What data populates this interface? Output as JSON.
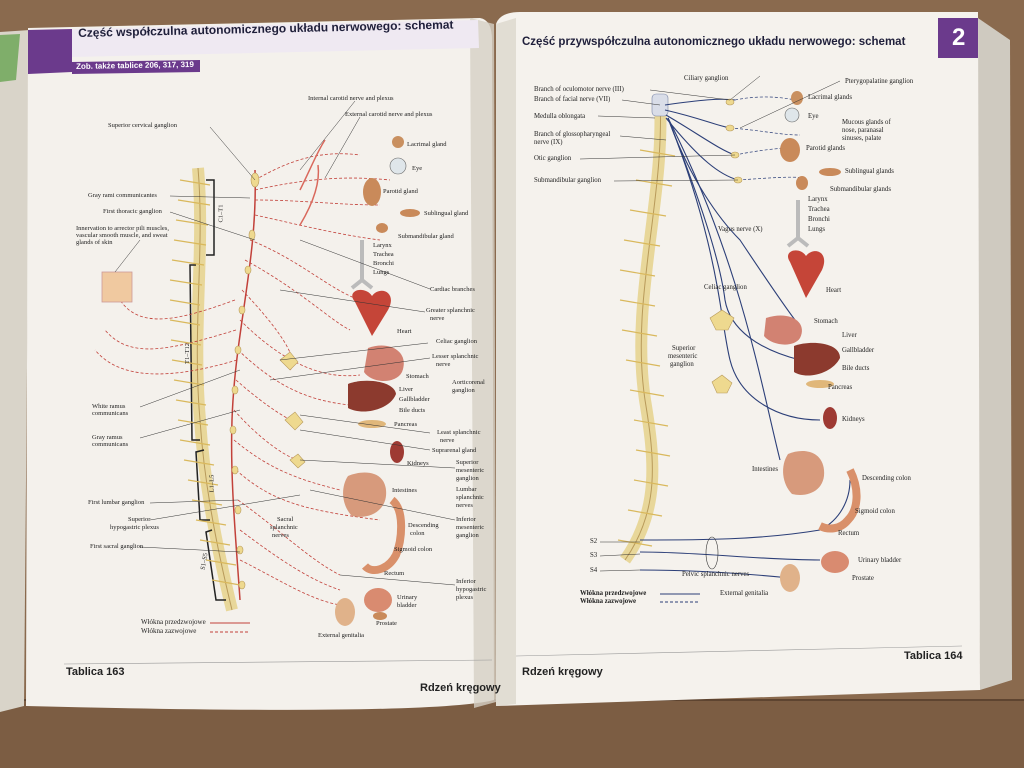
{
  "left_page": {
    "title": "Część współczulna autonomicznego układu nerwowego: schemat",
    "see_also": "Zob. także tablice 206, 317, 319",
    "footer_left": "Tablica 163",
    "footer_right": "Rdzeń kręgowy",
    "labels": {
      "internal_carotid": "Internal carotid nerve and plexus",
      "external_carotid": "External carotid nerve and plexus",
      "superior_cervical": "Superior cervical ganglion",
      "lacrimal": "Lacrimal gland",
      "eye": "Eye",
      "parotid": "Parotid  gland",
      "sublingual": "Sublingual gland",
      "submandibular": "Submandibular gland",
      "gray_rami": "Gray rami communicantes",
      "first_thoracic": "First thoracic ganglion",
      "innervation_1": "Innervation to arrector pili muscles,",
      "innervation_2": "vascular smooth muscle, and sweat",
      "innervation_3": "glands of skin",
      "larynx": "Larynx",
      "trachea": "Trachea",
      "bronchi": "Bronchi",
      "lungs": "Lungs",
      "cardiac": "Cardiac branches",
      "greater_splanchnic_1": "Greater splanchnic",
      "greater_splanchnic_2": "nerve",
      "heart": "Heart",
      "celiac": "Celiac ganglion",
      "lesser_splanchnic_1": "Lesser splanchnic",
      "lesser_splanchnic_2": "nerve",
      "stomach": "Stomach",
      "aorticorenal_1": "Aorticorenal",
      "aorticorenal_2": "ganglion",
      "liver": "Liver",
      "gallbladder": "Gallbladder",
      "bile_ducts": "Bile ducts",
      "white_ramus_1": "White ramus",
      "white_ramus_2": "communicans",
      "pancreas": "Pancreas",
      "least_splanchnic_1": "Least splanchnic",
      "least_splanchnic_2": "nerve",
      "gray_ramus_1": "Gray ramus",
      "gray_ramus_2": "communicans",
      "suprarenal": "Suprarenal gland",
      "kidneys": "Kidneys",
      "sup_mesenteric_1": "Superior",
      "sup_mesenteric_2": "mesenteric",
      "sup_mesenteric_3": "ganglion",
      "intestines": "Intestines",
      "lumbar_splanchnic_1": "Lumbar",
      "lumbar_splanchnic_2": "splanchnic",
      "lumbar_splanchnic_3": "nerves",
      "first_lumbar": "First lumbar ganglion",
      "sup_hypogastric_1": "Superior",
      "sup_hypogastric_2": "hypogastric plexus",
      "sacral_splanchnic_1": "Sacral",
      "sacral_splanchnic_2": "splanchnic",
      "sacral_splanchnic_3": "nerves",
      "descending_1": "Descending",
      "descending_2": "colon",
      "inf_mesenteric_1": "Inferior",
      "inf_mesenteric_2": "mesenteric",
      "inf_mesenteric_3": "ganglion",
      "first_sacral": "First sacral ganglion",
      "sigmoid": "Sigmoid colon",
      "rectum": "Rectum",
      "inf_hypogastric_1": "Inferior",
      "inf_hypogastric_2": "hypogastric",
      "inf_hypogastric_3": "plexus",
      "urinary_1": "Urinary",
      "urinary_2": "bladder",
      "prostate": "Prostate",
      "ext_genitalia": "External genitalia",
      "c1_t1": "C1–T1",
      "t1_t12": "T1–T12",
      "l1_l5": "L1–L5",
      "s1_s5": "S1–S5"
    },
    "legend": {
      "pre": "Włókna przedzwojowe",
      "post": "Włókna zazwojowe"
    }
  },
  "right_page": {
    "title": "Część przywspółczulna autonomicznego układu nerwowego: schemat",
    "tab_number": "2",
    "footer_left": "Rdzeń kręgowy",
    "footer_right": "Tablica 164",
    "labels": {
      "ciliary": "Ciliary ganglion",
      "pterygopalatine": "Pterygopalatine ganglion",
      "oculomotor": "Branch of oculomotor nerve (III)",
      "facial": "Branch of facial nerve (VII)",
      "lacrimal": "Lacrimal glands",
      "medulla": "Medulla oblongata",
      "eye": "Eye",
      "mucous_1": "Mucous glands of",
      "mucous_2": "nose, paranasal",
      "mucous_3": "sinuses, palate",
      "glosso_1": "Branch of glossopharyngeal",
      "glosso_2": "nerve (IX)",
      "parotid": "Parotid glands",
      "otic": "Otic ganglion",
      "sublingual": "Sublingual glands",
      "submandibular_ganglion": "Submandibular ganglion",
      "submandibular_glands": "Submandibular glands",
      "larynx": "Larynx",
      "trachea": "Trachea",
      "bronchi": "Bronchi",
      "lungs": "Lungs",
      "vagus": "Vagus nerve (X)",
      "heart": "Heart",
      "celiac": "Celiac ganglion",
      "stomach": "Stomach",
      "liver": "Liver",
      "sup_mes_1": "Superior",
      "sup_mes_2": "mesenteric",
      "sup_mes_3": "ganglion",
      "gallbladder": "Gallbladder",
      "bile_ducts": "Bile ducts",
      "pancreas": "Pancreas",
      "kidneys": "Kidneys",
      "intestines": "Intestines",
      "descending": "Descending colon",
      "sigmoid": "Sigmoid colon",
      "rectum": "Rectum",
      "s2": "S2",
      "s3": "S3",
      "s4": "S4",
      "urinary": "Urinary bladder",
      "pelvic": "Pelvic splanchnic nerves",
      "prostate": "Prostate",
      "ext_genitalia": "External genitalia"
    },
    "legend": {
      "pre": "Włókna przedzwojowe",
      "post": "Włókna zazwojowe"
    }
  },
  "colors": {
    "table": "#8a6a4e",
    "page": "#f4f1ec",
    "header_tab": "#6b3a8c",
    "pre_fiber": "#c2413a",
    "para_fiber": "#2c3f78",
    "spine": "#e8d79a"
  }
}
